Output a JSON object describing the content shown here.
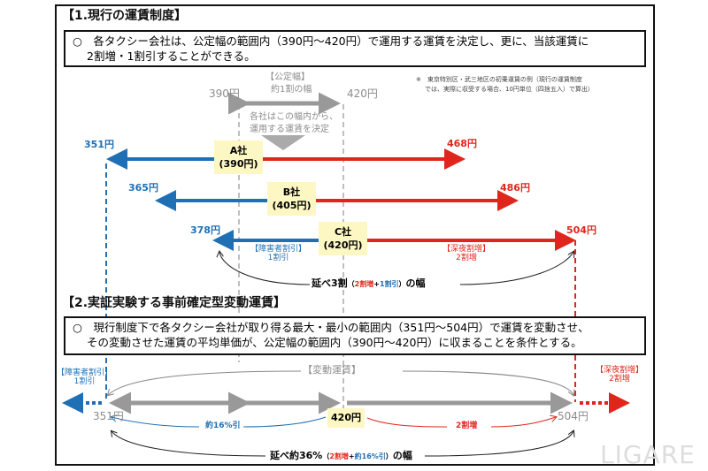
{
  "section1": {
    "title": "【1.現行の運賃制度】",
    "box_line1": "○　各タクシー会社は、公定幅の範囲内（390円～420円）で運用する運賃を決定し、更に、当該運賃に",
    "box_line2": "2割増・1割引することができる。",
    "range_label1": "【公定幅】",
    "range_label2": "約1割の幅",
    "range_low": "390円",
    "range_high": "420円",
    "range_note1": "各社はこの幅内から、",
    "range_note2": "運用する運賃を決定",
    "footnote1": "※　東京特別区・武三地区の初乗運賃の例（現行の運賃制度",
    "footnote2": "では、実際に収受する場合、10円単位（四捨五入）で算出）",
    "companies": [
      {
        "name": "A社",
        "fare": "(390円)",
        "low": "351円",
        "high": "468円"
      },
      {
        "name": "B社",
        "fare": "(405円)",
        "low": "365円",
        "high": "486円"
      },
      {
        "name": "C社",
        "fare": "(420円)",
        "low": "378円",
        "high": "504円"
      }
    ],
    "discount_label": "【障害者割引】",
    "discount_value": "1割引",
    "surcharge_label": "【深夜割増】",
    "surcharge_value": "2割増",
    "span_prefix": "延べ3割",
    "span_open": "（",
    "span_inc": "2割増",
    "span_plus": "+",
    "span_dec": "1割引",
    "span_close": "）",
    "span_suffix": "の幅"
  },
  "section2": {
    "title": "【2.実証実験する事前確定型変動運賃】",
    "box_line1": "○　現行制度下で各タクシー会社が取り得る最大・最小の範囲内（351円～504円）で運賃を変動させ、",
    "box_line2": "その変動させた運賃の平均単価が、公定幅の範囲内（390円～420円）に収まることを条件とする。",
    "variable_label": "【変動運賃】",
    "discount_label": "【障害者割引】",
    "discount_value": "1割引",
    "surcharge_label": "【深夜割増】",
    "surcharge_value": "2割増",
    "low": "351円",
    "mid": "420円",
    "high": "504円",
    "dec_label": "約16%引",
    "inc_label": "2割増",
    "span_prefix": "延べ約36%",
    "span_open": "（",
    "span_inc": "2割増",
    "span_plus": "+",
    "span_dec": "約16%引",
    "span_close": "）",
    "span_suffix": "の幅"
  },
  "watermark": "LIGARE"
}
